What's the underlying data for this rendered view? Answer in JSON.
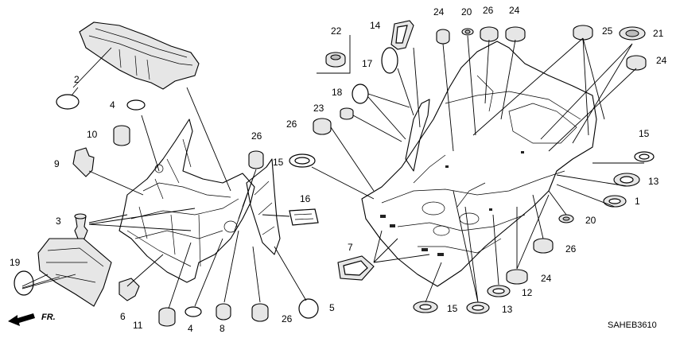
{
  "diagram": {
    "code": "SAHEB3610",
    "direction": "FR.",
    "labels": {
      "l1": "1",
      "l2": "2",
      "l3": "3",
      "l4a": "4",
      "l4b": "4",
      "l5": "5",
      "l6": "6",
      "l7": "7",
      "l8": "8",
      "l9": "9",
      "l10": "10",
      "l11": "11",
      "l12": "12",
      "l13a": "13",
      "l13b": "13",
      "l14": "14",
      "l15a": "15",
      "l15b": "15",
      "l15c": "15",
      "l16": "16",
      "l17": "17",
      "l18": "18",
      "l19": "19",
      "l20a": "20",
      "l20b": "20",
      "l21": "21",
      "l22": "22",
      "l23": "23",
      "l24a": "24",
      "l24b": "24",
      "l24c": "24",
      "l24d": "24",
      "l25": "25",
      "l26a": "26",
      "l26b": "26",
      "l26c": "26",
      "l26d": "26",
      "l26e": "26"
    }
  }
}
